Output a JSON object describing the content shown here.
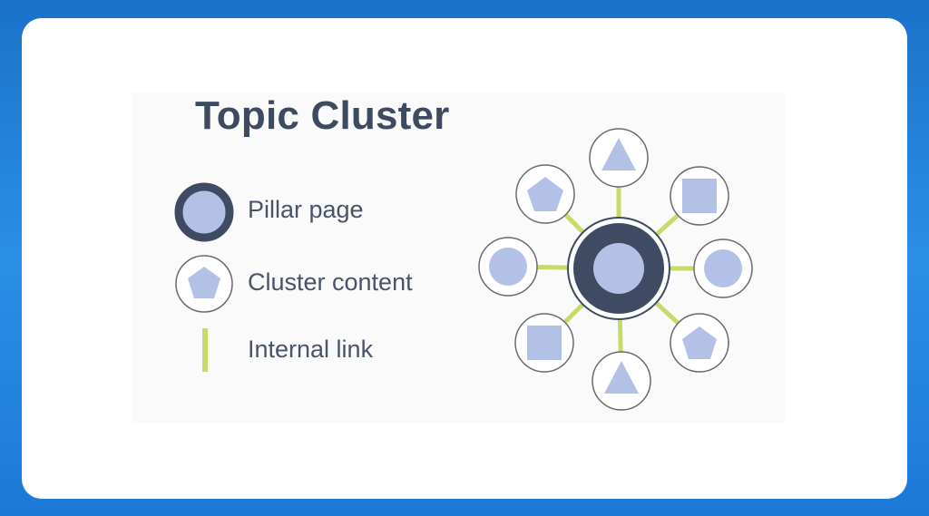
{
  "title": "Topic Cluster",
  "legend": {
    "pillar_label": "Pillar page",
    "cluster_label": "Cluster content",
    "link_label": "Internal link"
  },
  "colors": {
    "background_blue": "#2a8fe6",
    "card": "#ffffff",
    "pillar_ring": "#3f4b62",
    "shape_fill": "#b3c1e6",
    "node_outline": "#6a6a6a",
    "link": "#c6dc6a",
    "text": "#3d4a5f"
  },
  "diagram": {
    "center": "pillar-page",
    "satellites": [
      {
        "name": "satellite-top",
        "shape": "triangle"
      },
      {
        "name": "satellite-top-right",
        "shape": "square"
      },
      {
        "name": "satellite-right",
        "shape": "circle"
      },
      {
        "name": "satellite-bottom-right",
        "shape": "pentagon"
      },
      {
        "name": "satellite-bottom",
        "shape": "triangle"
      },
      {
        "name": "satellite-bottom-left",
        "shape": "square"
      },
      {
        "name": "satellite-left",
        "shape": "circle"
      },
      {
        "name": "satellite-top-left",
        "shape": "pentagon"
      }
    ]
  }
}
